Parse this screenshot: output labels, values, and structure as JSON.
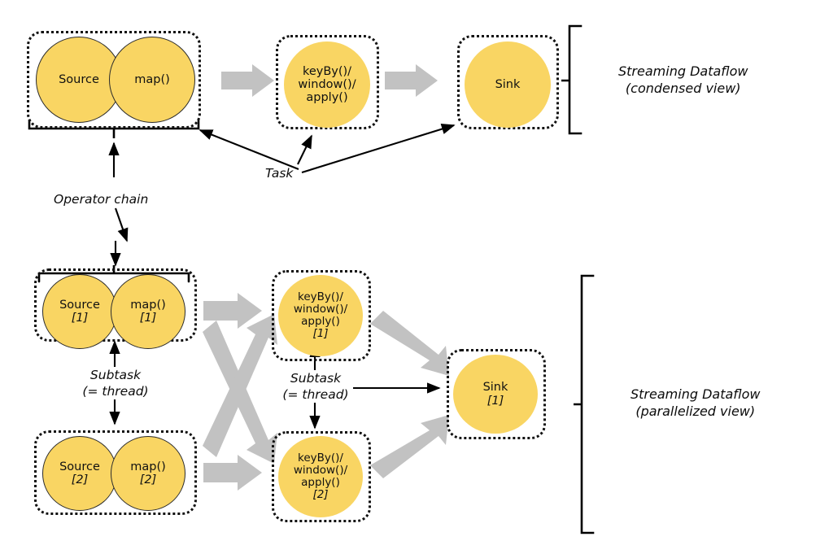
{
  "diagram": {
    "title_top": "Streaming Dataflow\n(condensed view)",
    "colors": {
      "node_fill": "#F9D563",
      "node_stroke": "#2b2b2b",
      "box_border": "#111111",
      "thick_arrow": "#C2C2C2",
      "thin_arrow": "#000000",
      "background": "#FFFFFF"
    }
  },
  "condensed": {
    "bracket_label_line1": "Streaming Dataflow",
    "bracket_label_line2": "(condensed view)",
    "nodes": {
      "source": {
        "name": "Source"
      },
      "map": {
        "name": "map()"
      },
      "keyby": {
        "line1": "keyBy()/",
        "line2": "window()/",
        "line3": "apply()"
      },
      "sink": {
        "name": "Sink"
      }
    },
    "annotations": {
      "operator_chain": "Operator chain",
      "task": "Task"
    }
  },
  "parallelized": {
    "bracket_label_line1": "Streaming Dataflow",
    "bracket_label_line2": "(parallelized view)",
    "nodes": {
      "source_1": {
        "name": "Source",
        "index": "[1]"
      },
      "map_1": {
        "name": "map()",
        "index": "[1]"
      },
      "source_2": {
        "name": "Source",
        "index": "[2]"
      },
      "map_2": {
        "name": "map()",
        "index": "[2]"
      },
      "keyby_1": {
        "line1": "keyBy()/",
        "line2": "window()/",
        "line3": "apply()",
        "index": "[1]"
      },
      "keyby_2": {
        "line1": "keyBy()/",
        "line2": "window()/",
        "line3": "apply()",
        "index": "[2]"
      },
      "sink_1": {
        "name": "Sink",
        "index": "[1]"
      }
    },
    "annotations": {
      "subtask_left_line1": "Subtask",
      "subtask_left_line2": "(= thread)",
      "subtask_mid_line1": "Subtask",
      "subtask_mid_line2": "(= thread)"
    }
  }
}
